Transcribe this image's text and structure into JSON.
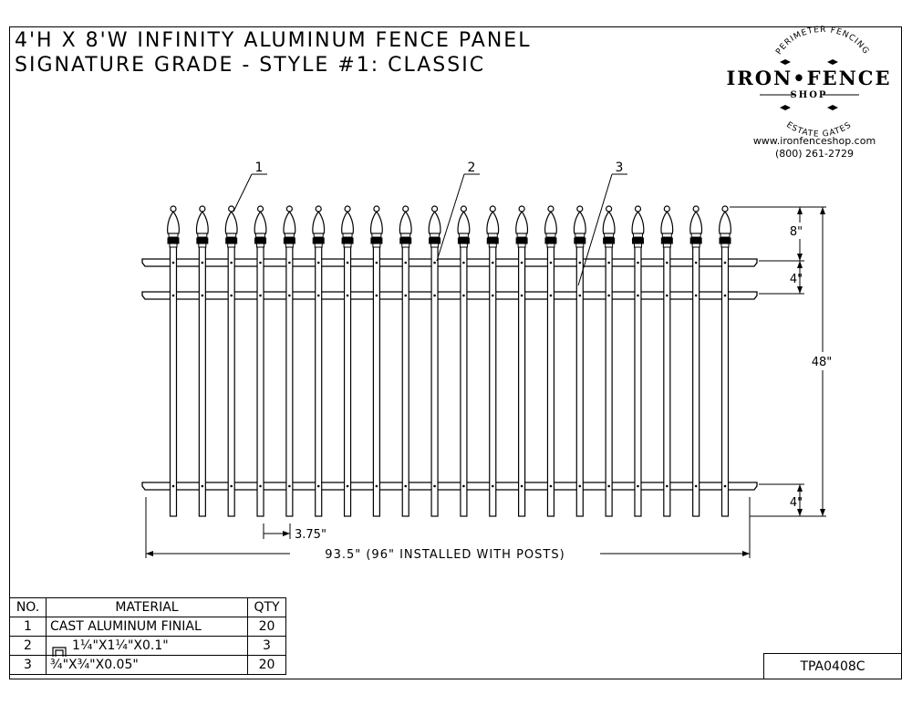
{
  "title": {
    "line1": "4'H X 8'W INFINITY ALUMINUM FENCE PANEL",
    "line2": "SIGNATURE GRADE - STYLE #1: CLASSIC"
  },
  "logo": {
    "top_arc": "PERIMETER FENCING",
    "name": "IRON•FENCE",
    "sub": "SHOP",
    "bottom_arc": "ESTATE GATES",
    "website": "www.ironfenceshop.com",
    "phone": "(800) 261-2729"
  },
  "callouts": [
    "1",
    "2",
    "3"
  ],
  "dimensions": {
    "finial_height": "8\"",
    "top_rail_gap": "4\"",
    "panel_height": "48\"",
    "bottom_gap": "4\"",
    "picket_spacing": "3.75\"",
    "overall_width": "93.5\" (96\" INSTALLED WITH POSTS)"
  },
  "pickets": {
    "count": 20
  },
  "bom": {
    "headers": [
      "NO.",
      "MATERIAL",
      "QTY"
    ],
    "rows": [
      {
        "no": "1",
        "material": "CAST ALUMINUM FINIAL",
        "qty": "20"
      },
      {
        "no": "2",
        "material": "1¼\"X1¼\"X0.1\"",
        "qty": "3",
        "icon": "channel-icon"
      },
      {
        "no": "3",
        "material": "¾\"X¾\"X0.05\"",
        "qty": "20"
      }
    ]
  },
  "drawing_number": "TPA0408C"
}
